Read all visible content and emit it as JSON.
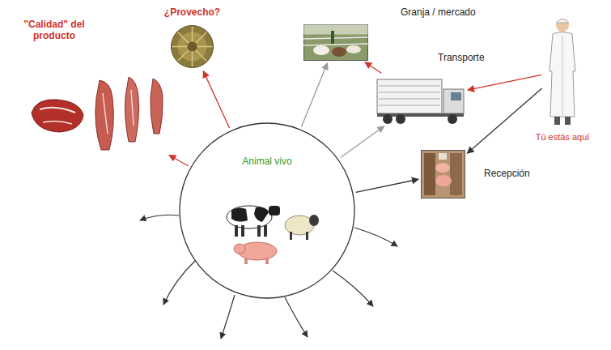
{
  "diagram": {
    "nodes": [
      {
        "text": [
          "Animal vivo"
        ]
      },
      {
        "text": [
          "Granja / mercado"
        ]
      },
      {
        "text": [
          "Transporte"
        ]
      },
      {
        "text": [
          "Recepción"
        ]
      },
      {
        "text": [
          "Tú estás aquí"
        ]
      },
      {
        "text": [
          "\"Calidad\" del producto"
        ]
      },
      {
        "text": [
          "¿Provecho?"
        ]
      }
    ],
    "edges": [
      {
        "from": 0,
        "to": 1,
        "arrow": "to"
      },
      {
        "from": 0,
        "to": 2,
        "arrow": "to"
      },
      {
        "from": 0,
        "to": 3,
        "arrow": "to"
      },
      {
        "from": 0,
        "to": 5,
        "arrow": "to"
      },
      {
        "from": 0,
        "to": 6,
        "arrow": "to"
      },
      {
        "from": 2,
        "to": 1,
        "arrow": "to"
      },
      {
        "from": 4,
        "to": 2,
        "arrow": "to"
      },
      {
        "from": 4,
        "to": 3,
        "arrow": "to"
      }
    ]
  }
}
